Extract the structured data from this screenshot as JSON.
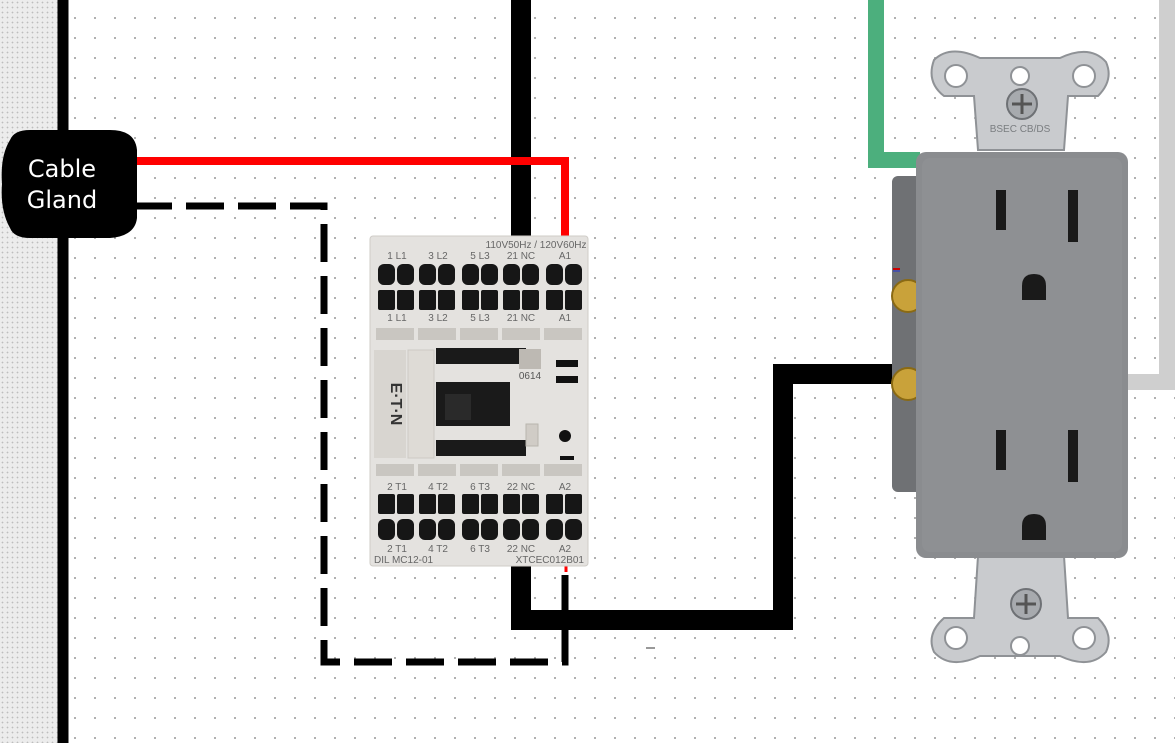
{
  "cable_gland": {
    "line1": "Cable",
    "line2": "Gland"
  },
  "contactor": {
    "rating": "110V50Hz / 120V60Hz",
    "top_terminals": [
      "1 L1",
      "3 L2",
      "5 L3",
      "21 NC",
      "A1"
    ],
    "top_terminals_inner": [
      "1 L1",
      "3 L2",
      "5 L3",
      "21 NC",
      "A1"
    ],
    "bottom_terminals_inner": [
      "2 T1",
      "4 T2",
      "6 T3",
      "22 NC",
      "A2"
    ],
    "bottom_terminals": [
      "2 T1",
      "4 T2",
      "6 T3",
      "22 NC",
      "A2"
    ],
    "model": "DIL MC12-01",
    "part_number": "XTCEC012B01",
    "code": "0614",
    "brand": "E·T·N"
  },
  "receptacle": {
    "top_plate_text": "BSEC CB/DS"
  },
  "colors": {
    "hot": "#ff0000",
    "neutral_black": "#000000",
    "ground": "#4caf7d",
    "gray_wire": "#c8c8c8",
    "receptacle": "#8a8c8f",
    "contactor_body": "#e4e2df"
  }
}
